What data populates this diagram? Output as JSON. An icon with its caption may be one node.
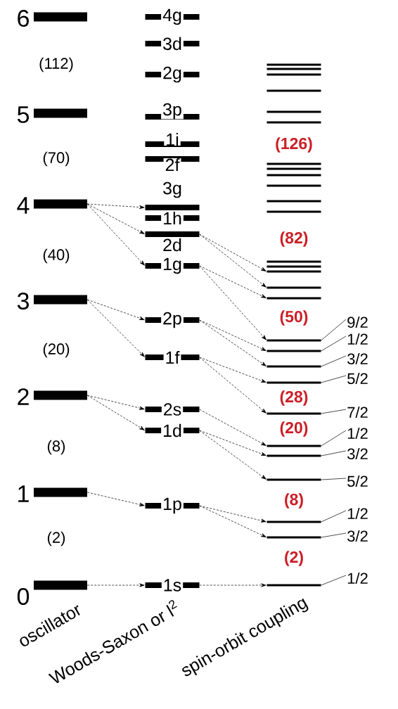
{
  "diagram": {
    "nodes": [
      {
        "text": [],
        "shape": "bar",
        "beside": [
          "6"
        ]
      },
      {
        "text": [],
        "shape": "bar",
        "beside": [
          "5"
        ]
      },
      {
        "text": [],
        "shape": "bar",
        "beside": [
          "4"
        ]
      },
      {
        "text": [],
        "shape": "bar",
        "beside": [
          "3"
        ]
      },
      {
        "text": [],
        "shape": "bar",
        "beside": [
          "2"
        ]
      },
      {
        "text": [],
        "shape": "bar",
        "beside": [
          "1"
        ]
      },
      {
        "text": [],
        "shape": "bar",
        "beside": [
          "0"
        ]
      },
      {
        "text": [
          "4g"
        ]
      },
      {
        "text": [
          "3d"
        ]
      },
      {
        "text": [
          "2g"
        ]
      },
      {
        "text": [
          "3p"
        ]
      },
      {
        "text": [
          "1i"
        ]
      },
      {
        "text": [
          "2f"
        ]
      },
      {
        "text": [
          "3g"
        ]
      },
      {
        "text": [
          "1h"
        ]
      },
      {
        "text": [
          "2d"
        ]
      },
      {
        "text": [
          "1g"
        ]
      },
      {
        "text": [
          "2p"
        ]
      },
      {
        "text": [
          "1f"
        ]
      },
      {
        "text": [
          "2s"
        ]
      },
      {
        "text": [
          "1d"
        ]
      },
      {
        "text": [
          "1p"
        ]
      },
      {
        "text": [
          "1s"
        ]
      },
      {
        "text": [],
        "shape": "bar"
      },
      {
        "text": [],
        "shape": "bar"
      },
      {
        "text": [],
        "shape": "bar"
      },
      {
        "text": [],
        "shape": "bar"
      },
      {
        "text": [],
        "shape": "bar"
      },
      {
        "text": [],
        "shape": "bar"
      },
      {
        "text": [],
        "shape": "bar"
      },
      {
        "text": [],
        "shape": "bar"
      },
      {
        "text": [],
        "shape": "bar"
      },
      {
        "text": [],
        "shape": "bar"
      },
      {
        "text": [],
        "shape": "bar"
      },
      {
        "text": [],
        "shape": "bar"
      },
      {
        "text": [],
        "shape": "bar"
      },
      {
        "text": [],
        "shape": "bar"
      },
      {
        "text": [],
        "shape": "bar"
      },
      {
        "text": [],
        "shape": "bar"
      },
      {
        "text": [],
        "shape": "bar"
      },
      {
        "text": [],
        "shape": "bar"
      },
      {
        "text": [],
        "shape": "bar"
      },
      {
        "text": [],
        "shape": "bar"
      },
      {
        "text": [],
        "shape": "bar"
      },
      {
        "text": [],
        "shape": "bar"
      },
      {
        "text": [],
        "shape": "bar"
      },
      {
        "text": [],
        "shape": "bar"
      },
      {
        "text": [],
        "shape": "bar"
      },
      {
        "text": [],
        "shape": "bar"
      },
      {
        "text": [],
        "shape": "bar"
      },
      {
        "text": [],
        "shape": "bar"
      },
      {
        "text": [
          "9/2"
        ]
      },
      {
        "text": [
          "1/2"
        ]
      },
      {
        "text": [
          "3/2"
        ]
      },
      {
        "text": [
          "5/2"
        ]
      },
      {
        "text": [
          "7/2"
        ]
      },
      {
        "text": [
          "1/2"
        ]
      },
      {
        "text": [
          "3/2"
        ]
      },
      {
        "text": [
          "5/2"
        ]
      },
      {
        "text": [
          "1/2"
        ]
      },
      {
        "text": [
          "3/2"
        ]
      },
      {
        "text": [
          "1/2"
        ]
      }
    ],
    "edges": [
      {
        "from": 2,
        "to": 13,
        "arrow": "to",
        "style": "dashed"
      },
      {
        "from": 2,
        "to": 15,
        "arrow": "to",
        "style": "dashed"
      },
      {
        "from": 2,
        "to": 16,
        "arrow": "to",
        "style": "dashed"
      },
      {
        "from": 15,
        "to": 37,
        "arrow": "to",
        "style": "dashed"
      },
      {
        "from": 15,
        "to": 38,
        "arrow": "to",
        "style": "dashed"
      },
      {
        "from": 16,
        "to": 39,
        "arrow": "to",
        "style": "dashed"
      },
      {
        "from": 16,
        "to": 40,
        "arrow": "to",
        "style": "dashed"
      },
      {
        "from": 3,
        "to": 17,
        "arrow": "to",
        "style": "dashed"
      },
      {
        "from": 3,
        "to": 18,
        "arrow": "to",
        "style": "dashed"
      },
      {
        "from": 17,
        "to": 41,
        "arrow": "to",
        "style": "dashed"
      },
      {
        "from": 17,
        "to": 42,
        "arrow": "to",
        "style": "dashed"
      },
      {
        "from": 18,
        "to": 43,
        "arrow": "to",
        "style": "dashed"
      },
      {
        "from": 18,
        "to": 44,
        "arrow": "to",
        "style": "dashed"
      },
      {
        "from": 4,
        "to": 19,
        "arrow": "to",
        "style": "dashed"
      },
      {
        "from": 4,
        "to": 20,
        "arrow": "to",
        "style": "dashed"
      },
      {
        "from": 19,
        "to": 45,
        "arrow": "to",
        "style": "dashed"
      },
      {
        "from": 20,
        "to": 46,
        "arrow": "to",
        "style": "dashed"
      },
      {
        "from": 20,
        "to": 47,
        "arrow": "to",
        "style": "dashed"
      },
      {
        "from": 5,
        "to": 21,
        "arrow": "to",
        "style": "dashed"
      },
      {
        "from": 21,
        "to": 48,
        "arrow": "to",
        "style": "dashed"
      },
      {
        "from": 21,
        "to": 49,
        "arrow": "to",
        "style": "dashed"
      },
      {
        "from": 6,
        "to": 22,
        "arrow": "to",
        "style": "dashed"
      },
      {
        "from": 22,
        "to": 50,
        "arrow": "to",
        "style": "dashed"
      },
      {
        "from": 51,
        "to": 40,
        "arrow": "none"
      },
      {
        "from": 52,
        "to": 41,
        "arrow": "none"
      },
      {
        "from": 53,
        "to": 42,
        "arrow": "none"
      },
      {
        "from": 54,
        "to": 43,
        "arrow": "none"
      },
      {
        "from": 55,
        "to": 44,
        "arrow": "none"
      },
      {
        "from": 56,
        "to": 45,
        "arrow": "none"
      },
      {
        "from": 57,
        "to": 46,
        "arrow": "none"
      },
      {
        "from": 58,
        "to": 47,
        "arrow": "none"
      },
      {
        "from": 59,
        "to": 48,
        "arrow": "none"
      },
      {
        "from": 60,
        "to": 49,
        "arrow": "none"
      },
      {
        "from": 61,
        "to": 50,
        "arrow": "none"
      }
    ],
    "labels": [
      "(112)",
      "(70)",
      "(40)",
      "(20)",
      "(8)",
      "(2)",
      "(126)",
      "(82)",
      "(50)",
      "(28)",
      "(20)",
      "(8)",
      "(2)",
      "oscillator",
      "Woods-Saxon or l$^{2}$",
      "spin-orbit coupling"
    ]
  }
}
